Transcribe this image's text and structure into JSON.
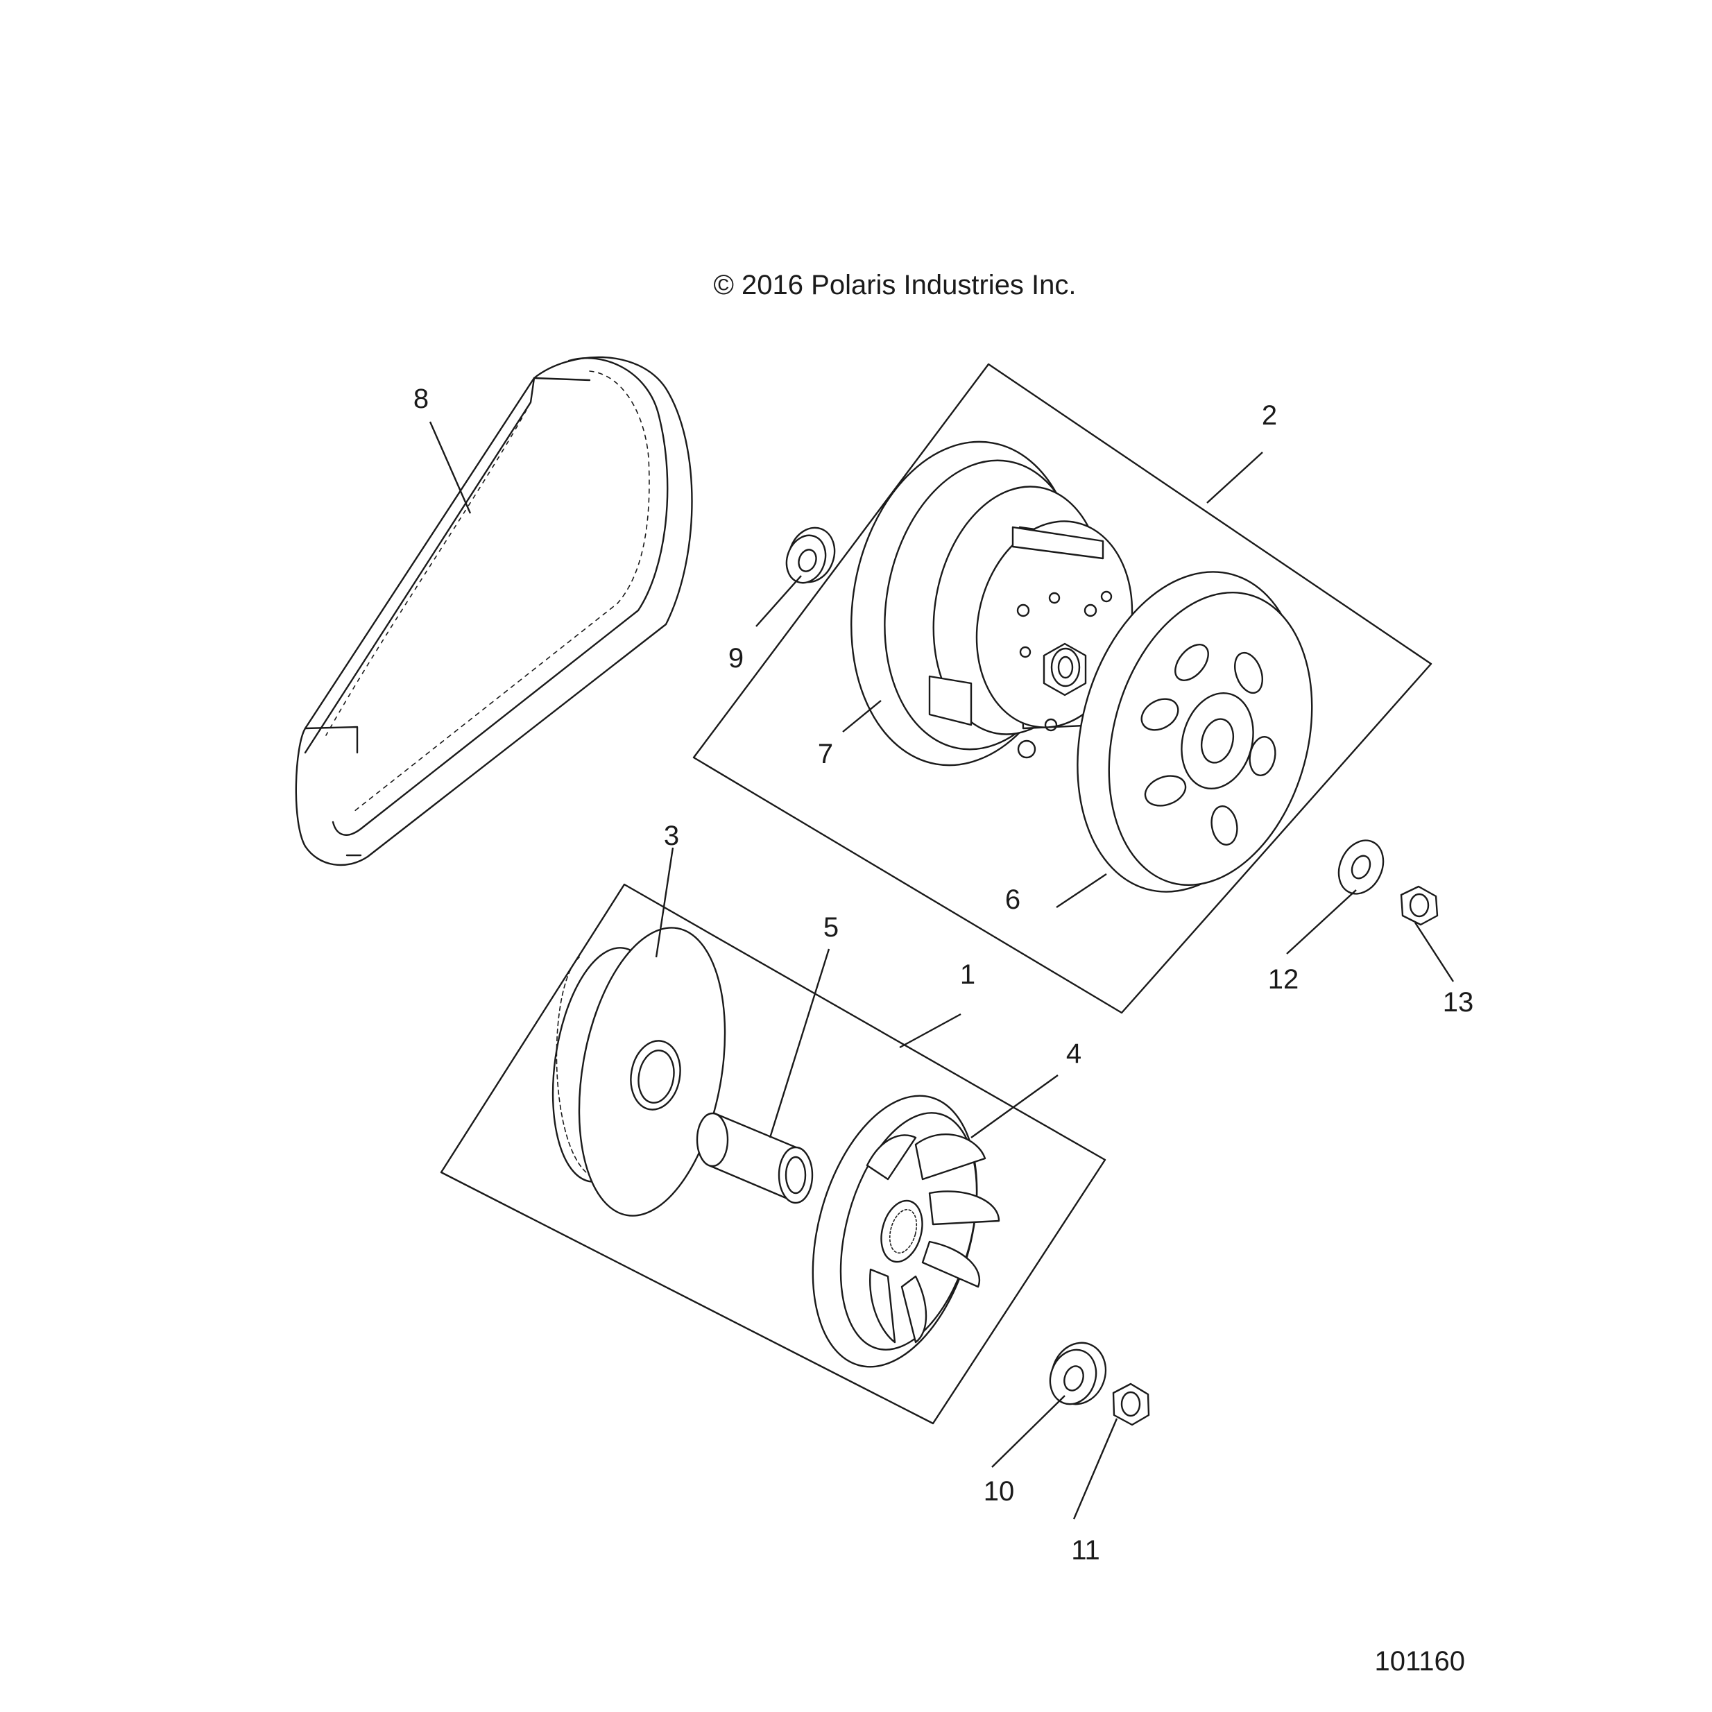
{
  "copyright": "© 2016 Polaris Industries Inc.",
  "figure_number": "101160",
  "callouts": [
    "1",
    "2",
    "3",
    "4",
    "5",
    "6",
    "7",
    "8",
    "9",
    "10",
    "11",
    "12",
    "13"
  ]
}
